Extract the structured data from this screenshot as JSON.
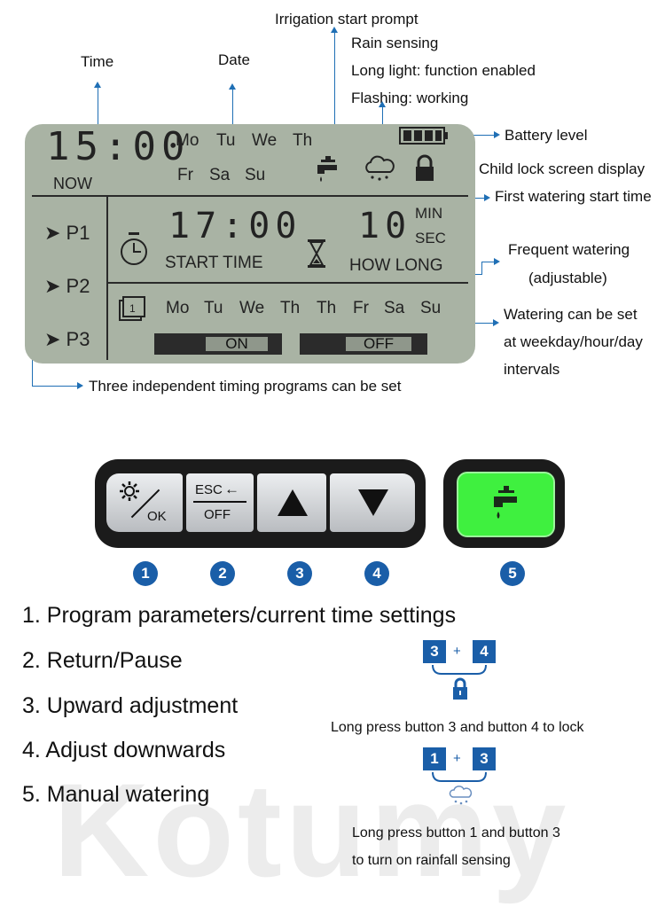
{
  "callouts": {
    "time": "Time",
    "date": "Date",
    "irrigation_prompt": "Irrigation start prompt",
    "rain_sensing": "Rain sensing",
    "long_light": "Long light: function enabled",
    "flashing": "Flashing: working",
    "battery": "Battery level",
    "child_lock": "Child lock screen display",
    "first_watering": "First watering start time",
    "frequent_watering_1": "Frequent watering",
    "frequent_watering_2": "(adjustable)",
    "interval_1": "Watering can be set",
    "interval_2": "at weekday/hour/day",
    "interval_3": "intervals",
    "programs": "Three independent timing programs can be set"
  },
  "lcd": {
    "current_time": "15:00",
    "now_label": "NOW",
    "days_top": [
      "Mo",
      "Tu",
      "We",
      "Th"
    ],
    "days_bottom": [
      "Fr",
      "Sa",
      "Su"
    ],
    "programs": [
      "P1",
      "P2",
      "P3"
    ],
    "start_time": "17:00",
    "start_label": "START  TIME",
    "duration": "10",
    "unit_min": "MIN",
    "unit_sec": "SEC",
    "how_long_label": "HOW  LONG",
    "week_days": [
      "Mo",
      "Tu",
      "We",
      "Th",
      "Th",
      "Fr",
      "Sa",
      "Su"
    ],
    "on_label": "ON",
    "off_label": "OFF"
  },
  "buttons": {
    "b1_bottom": "OK",
    "b2_top": "ESC",
    "b2_bottom": "OFF",
    "numbers": [
      "1",
      "2",
      "3",
      "4",
      "5"
    ]
  },
  "functions": [
    "1. Program parameters/current time settings",
    "2. Return/Pause",
    "3. Upward adjustment",
    "4. Adjust downwards",
    "5. Manual watering"
  ],
  "combos": {
    "lock_keys": [
      "3",
      "4"
    ],
    "lock_text": "Long press button 3 and button 4 to lock",
    "rain_keys": [
      "1",
      "3"
    ],
    "rain_text_1": "Long press button 1 and button 3",
    "rain_text_2": "to turn on rainfall sensing",
    "plus": "+"
  },
  "watermark": "Kotumy",
  "colors": {
    "lcd": "#a9b3a4",
    "accent": "#1a5ea8",
    "green": "#3ff03f"
  }
}
